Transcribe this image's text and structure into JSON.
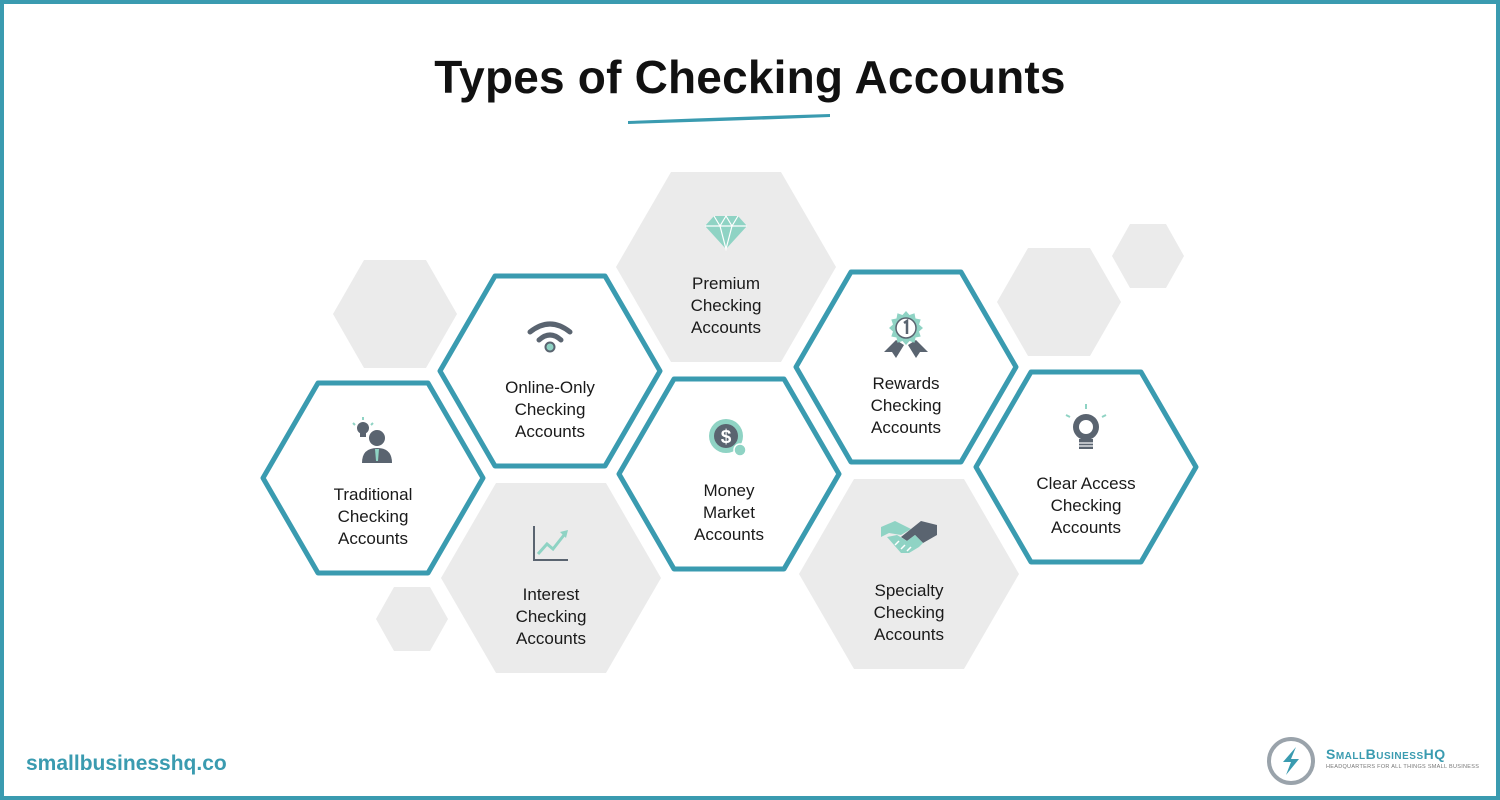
{
  "title": "Types of Checking Accounts",
  "colors": {
    "accent": "#3a9bb0",
    "hex_fill": "#ebebeb",
    "icon_dark": "#5a6470",
    "icon_mint": "#8fd3c4"
  },
  "accounts": [
    {
      "id": "traditional",
      "lines": [
        "Traditional",
        "Checking",
        "Accounts"
      ],
      "icon": "idea-person-icon",
      "style": "outlined"
    },
    {
      "id": "online-only",
      "lines": [
        "Online-Only",
        "Checking",
        "Accounts"
      ],
      "icon": "wifi-icon",
      "style": "outlined"
    },
    {
      "id": "interest",
      "lines": [
        "Interest",
        "Checking",
        "Accounts"
      ],
      "icon": "growth-chart-icon",
      "style": "filled"
    },
    {
      "id": "premium",
      "lines": [
        "Premium",
        "Checking",
        "Accounts"
      ],
      "icon": "diamond-icon",
      "style": "filled"
    },
    {
      "id": "money-market",
      "lines": [
        "Money",
        "Market",
        "Accounts"
      ],
      "icon": "dollar-coin-icon",
      "style": "outlined"
    },
    {
      "id": "rewards",
      "lines": [
        "Rewards",
        "Checking",
        "Accounts"
      ],
      "icon": "award-badge-icon",
      "style": "outlined"
    },
    {
      "id": "specialty",
      "lines": [
        "Specialty",
        "Checking",
        "Accounts"
      ],
      "icon": "handshake-icon",
      "style": "filled"
    },
    {
      "id": "clear-access",
      "lines": [
        "Clear Access",
        "Checking",
        "Accounts"
      ],
      "icon": "lightbulb-icon",
      "style": "outlined"
    }
  ],
  "footer": {
    "url": "smallbusinesshq.co",
    "brand": "SmallBusinessHQ",
    "tagline": "HEADQUARTERS FOR ALL THINGS SMALL BUSINESS"
  }
}
